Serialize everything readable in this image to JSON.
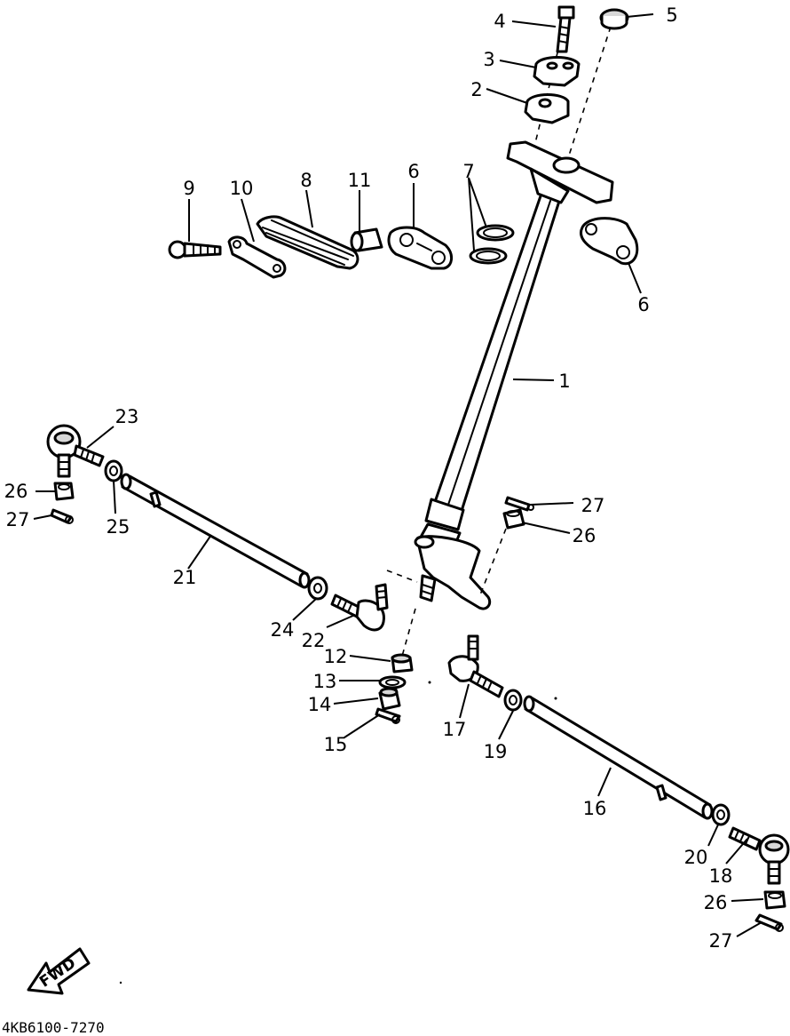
{
  "diagram": {
    "part_code": "4KB6100-7270",
    "direction_label": "FWD",
    "callouts": {
      "c1": "1",
      "c2": "2",
      "c3": "3",
      "c4": "4",
      "c5": "5",
      "c6a": "6",
      "c6b": "6",
      "c7": "7",
      "c8": "8",
      "c9": "9",
      "c10": "10",
      "c11": "11",
      "c12": "12",
      "c13": "13",
      "c14": "14",
      "c15": "15",
      "c16": "16",
      "c17": "17",
      "c18": "18",
      "c19": "19",
      "c20": "20",
      "c21": "21",
      "c22": "22",
      "c23": "23",
      "c24": "24",
      "c25": "25",
      "c26a": "26",
      "c26b": "26",
      "c26c": "26",
      "c27a": "27",
      "c27b": "27",
      "c27c": "27"
    }
  }
}
